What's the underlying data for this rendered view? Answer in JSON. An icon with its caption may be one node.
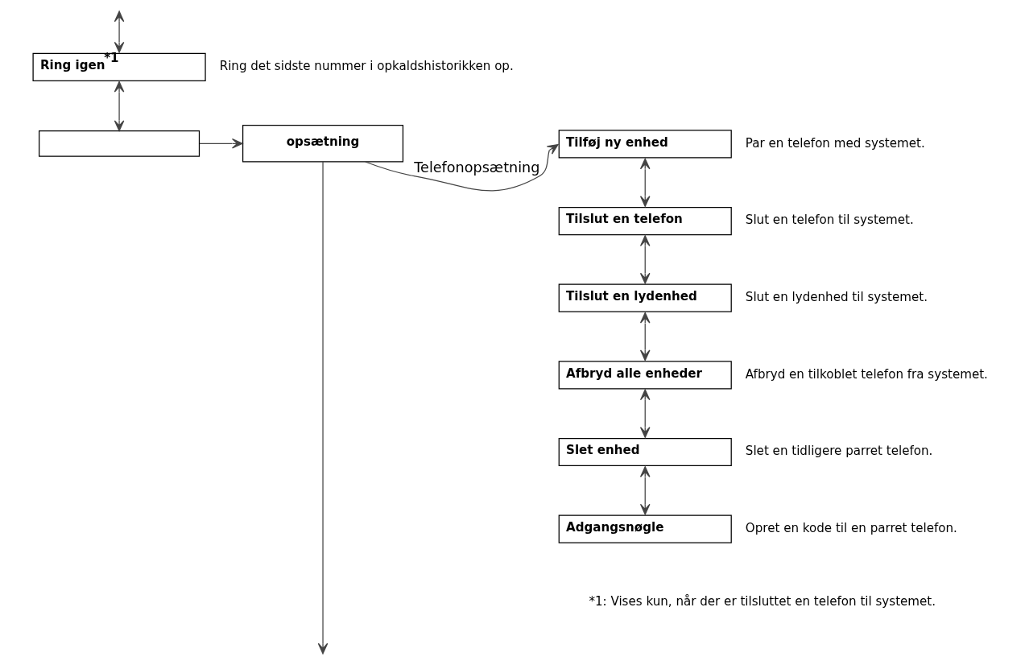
{
  "diagram": {
    "nodes": [
      {
        "text": [
          "Ring igen$^{*1}$"
        ],
        "beside": [
          "Ring det sidste nummer i opkaldshistorikken op."
        ]
      },
      {
        "text": [],
        "shape": "box"
      },
      {
        "text": [
          "opsætning"
        ]
      },
      {
        "text": [
          "Tilføj ny enhed"
        ],
        "beside": [
          "Par en telefon med systemet."
        ]
      },
      {
        "text": [
          "Tilslut en telefon"
        ],
        "beside": [
          "Slut en telefon til systemet."
        ]
      },
      {
        "text": [
          "Tilslut en lydenhed"
        ],
        "beside": [
          "Slut en lydenhed til systemet."
        ]
      },
      {
        "text": [
          "Afbryd alle enheder"
        ],
        "beside": [
          "Afbryd en tilkoblet telefon fra systemet."
        ]
      },
      {
        "text": [
          "Slet enhed"
        ],
        "beside": [
          "Slet en tidligere parret telefon."
        ]
      },
      {
        "text": [
          "Adgangsnøgle"
        ],
        "beside": [
          "Opret en kode til en parret telefon."
        ]
      }
    ],
    "edges": [
      {
        "from": 0,
        "to": null,
        "arrow": "both"
      },
      {
        "from": 0,
        "to": 1,
        "arrow": "both"
      },
      {
        "from": 1,
        "to": 2,
        "arrow": "to"
      },
      {
        "from": 2,
        "to": 3,
        "label": "Telefonopsætning",
        "arrow": "to"
      },
      {
        "from": 3,
        "to": 4,
        "arrow": "both"
      },
      {
        "from": 4,
        "to": 5,
        "arrow": "both"
      },
      {
        "from": 5,
        "to": 6,
        "arrow": "both"
      },
      {
        "from": 6,
        "to": 7,
        "arrow": "both"
      },
      {
        "from": 7,
        "to": 8,
        "arrow": "both"
      },
      {
        "from": 2,
        "to": null,
        "arrow": "to"
      }
    ],
    "labels": [
      "*1: Vises kun, når der er tilsluttet en telefon til systemet."
    ]
  }
}
